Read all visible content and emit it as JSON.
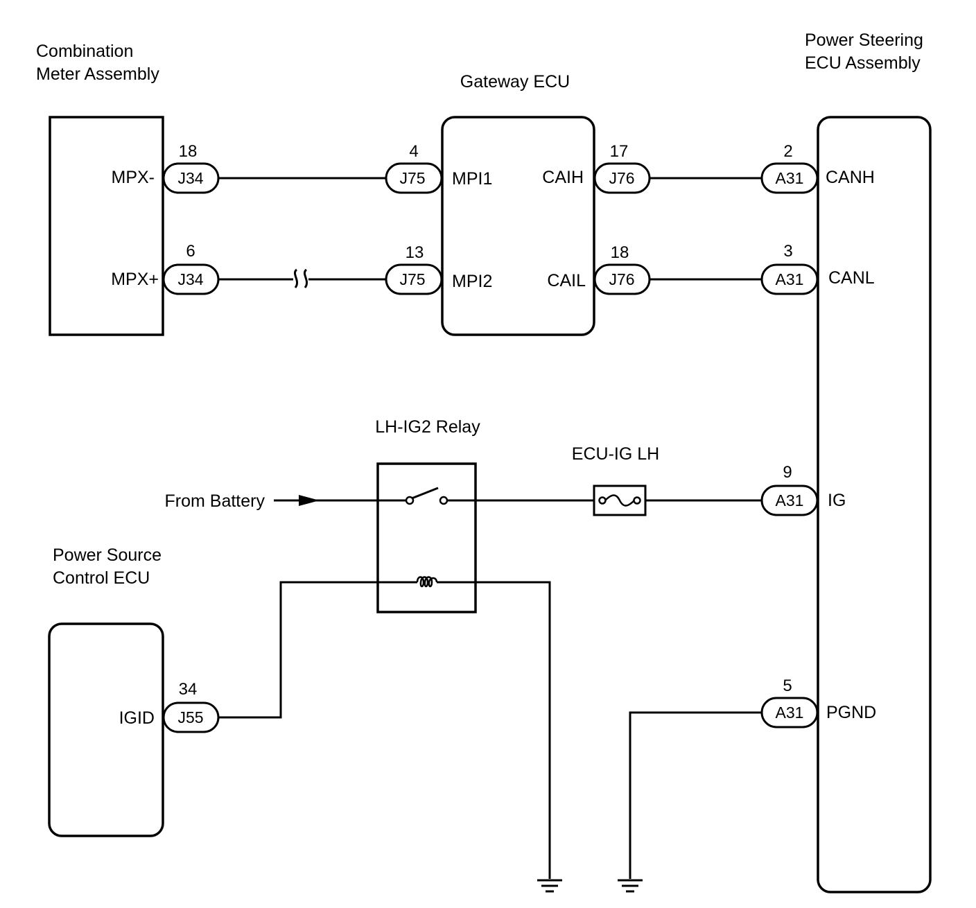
{
  "components": {
    "combination_meter": {
      "title_line1": "Combination",
      "title_line2": "Meter Assembly",
      "terminals": [
        "MPX-",
        "MPX+"
      ]
    },
    "gateway_ecu": {
      "title": "Gateway ECU",
      "left_terminals": [
        "MPI1",
        "MPI2"
      ],
      "right_terminals": [
        "CAIH",
        "CAIL"
      ]
    },
    "power_steering_ecu": {
      "title_line1": "Power Steering",
      "title_line2": "ECU Assembly",
      "terminals": [
        "CANH",
        "CANL",
        "IG",
        "PGND"
      ]
    },
    "relay": {
      "title": "LH-IG2 Relay"
    },
    "fuse": {
      "title": "ECU-IG LH"
    },
    "battery_source": {
      "label": "From Battery"
    },
    "power_source_ecu": {
      "title_line1": "Power Source",
      "title_line2": "Control ECU",
      "terminals": [
        "IGID"
      ]
    }
  },
  "connectors": {
    "meter_top": {
      "id": "J34",
      "pin": "18"
    },
    "meter_bottom": {
      "id": "J34",
      "pin": "6"
    },
    "gw_left_top": {
      "id": "J75",
      "pin": "4"
    },
    "gw_left_bottom": {
      "id": "J75",
      "pin": "13"
    },
    "gw_right_top": {
      "id": "J76",
      "pin": "17"
    },
    "gw_right_bottom": {
      "id": "J76",
      "pin": "18"
    },
    "ps_canh": {
      "id": "A31",
      "pin": "2"
    },
    "ps_canl": {
      "id": "A31",
      "pin": "3"
    },
    "ps_ig": {
      "id": "A31",
      "pin": "9"
    },
    "ps_pgnd": {
      "id": "A31",
      "pin": "5"
    },
    "psc_igid": {
      "id": "J55",
      "pin": "34"
    }
  }
}
